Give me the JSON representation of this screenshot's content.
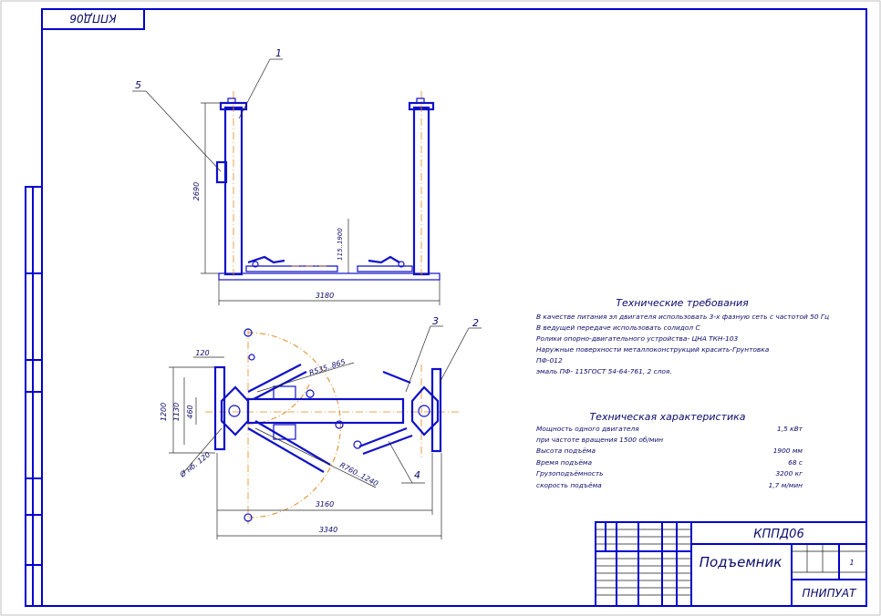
{
  "stamp_top": "КППД06",
  "callouts": [
    "1",
    "2",
    "3",
    "4",
    "5"
  ],
  "dimensions": {
    "height": "2690",
    "lift_height": "115..1900",
    "width_top": "3180",
    "d120": "120",
    "d1200": "1200",
    "d1130": "1130",
    "d460": "460",
    "radius1": "R535..865",
    "radius2": "R760..1240",
    "width_3160": "3160",
    "width_3340": "3340",
    "diam": "Ø нб. 120"
  },
  "tech_requirements": {
    "title": "Технические требования",
    "lines": [
      "В качестве питания эл двигателя использовать 3-х фазную сеть с частотой 50 Гц",
      "В ведущей передаче использовать солидол С",
      "Ролики опорно-двигательного устройства- ЦНА ТКН-103",
      "Наружные поверхности металлоконструкций красить-Грунтовка",
      "ПФ-012",
      "эмаль ПФ- 115ГОСТ 54-64-761, 2 слоя."
    ]
  },
  "tech_characteristics": {
    "title": "Техническая характеристика",
    "rows": [
      {
        "label": "Мощность одного двигателя",
        "value": "1,5 кВт"
      },
      {
        "label": "при частоте вращения 1500 об/мин",
        "value": ""
      },
      {
        "label": "Высота подъёма",
        "value": "1900 мм"
      },
      {
        "label": "Время подъёма",
        "value": "68 с"
      },
      {
        "label": "Грузоподъёмность",
        "value": "3200 кг"
      },
      {
        "label": "скорость подъёма",
        "value": "1,7 м/мин"
      }
    ]
  },
  "title_block": {
    "code": "КППД06",
    "name": "Подъемник",
    "org": "ПНИПУАТ",
    "sheet": "1"
  }
}
